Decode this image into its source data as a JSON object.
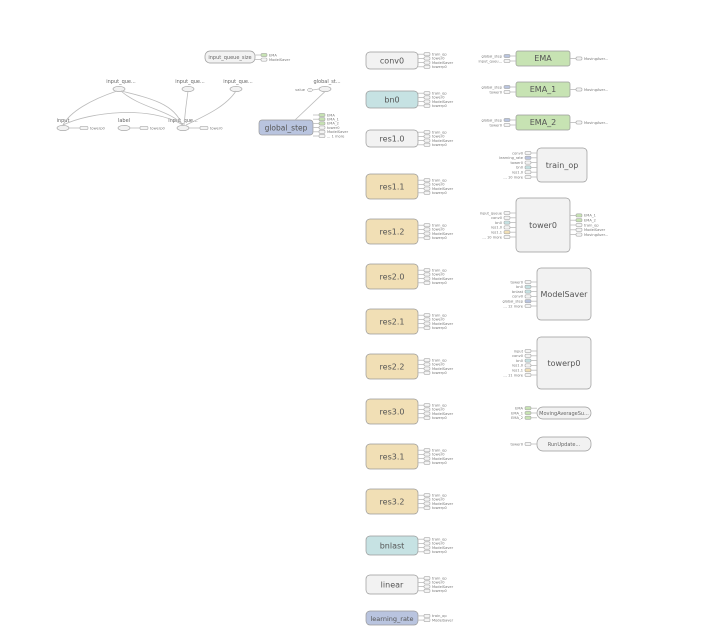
{
  "colors": {
    "gray": "#f2f2f2",
    "tan": "#f1dfb5",
    "teal": "#c6e2e3",
    "green": "#c7e3b3",
    "blue": "#b9c4df",
    "stroke": "#9a9a9a"
  },
  "main_nodes": [
    {
      "label": "conv0",
      "color": "gray"
    },
    {
      "label": "bn0",
      "color": "teal"
    },
    {
      "label": "res1.0",
      "color": "gray"
    },
    {
      "label": "res1.1",
      "color": "tan"
    },
    {
      "label": "res1.2",
      "color": "tan"
    },
    {
      "label": "res2.0",
      "color": "tan"
    },
    {
      "label": "res2.1",
      "color": "tan"
    },
    {
      "label": "res2.2",
      "color": "tan"
    },
    {
      "label": "res3.0",
      "color": "tan"
    },
    {
      "label": "res3.1",
      "color": "tan"
    },
    {
      "label": "res3.2",
      "color": "tan"
    },
    {
      "label": "bnlast",
      "color": "teal"
    },
    {
      "label": "linear",
      "color": "gray"
    },
    {
      "label": "learning_rate",
      "color": "blue"
    }
  ],
  "main_outputs": [
    "train_op",
    "tower0",
    "ModelSaver",
    "towerp0"
  ],
  "learning_rate_outputs": [
    "train_op",
    "ModelSaver"
  ],
  "ema_nodes": [
    {
      "label": "EMA",
      "inputs": [
        "global_step",
        "input_queu..."
      ],
      "output": "MovingAver..."
    },
    {
      "label": "EMA_1",
      "inputs": [
        "global_step",
        "tower0"
      ],
      "output": "MovingAver..."
    },
    {
      "label": "EMA_2",
      "inputs": [
        "global_step",
        "tower0"
      ],
      "output": "MovingAver..."
    }
  ],
  "train_op": {
    "label": "train_op",
    "inputs": [
      "conv0",
      "learning_rate",
      "tower0",
      "bn0",
      "res1.0",
      "... 10 more"
    ]
  },
  "tower0": {
    "label": "tower0",
    "inputs": [
      "input_queue",
      "conv0",
      "bn0",
      "res1.0",
      "res1.1",
      "... 10 more"
    ],
    "outputs": [
      "EMA_1",
      "EMA_2",
      "train_op",
      "ModelSaver",
      "MovingAver..."
    ]
  },
  "modelsaver": {
    "label": "ModelSaver",
    "inputs": [
      "tower0",
      "bn0",
      "bnlast",
      "conv0",
      "global_step",
      "... 12 more"
    ]
  },
  "towerp0": {
    "label": "towerp0",
    "inputs": [
      "input",
      "conv0",
      "bn0",
      "res1.0",
      "res1.1",
      "... 11 more"
    ]
  },
  "moving_avg": {
    "label": "MovingAverageSu...",
    "inputs": [
      "EMA",
      "EMA_1",
      "EMA_2"
    ]
  },
  "run_update": {
    "label": "RunUpdate...",
    "inputs": [
      "tower0"
    ]
  },
  "left": {
    "input_queue_size": {
      "label": "input_queue_size",
      "outputs": [
        "EMA",
        "ModelSaver"
      ]
    },
    "top_ovals": [
      "input_que...",
      "input_que...",
      "input_que..."
    ],
    "global_st": "global_st...",
    "global_st_sub": "value",
    "global_step": {
      "label": "global_step",
      "outputs": [
        "EMA",
        "EMA_1",
        "EMA_2",
        "tower0",
        "ModelSaver",
        "... 1 more"
      ]
    },
    "bottom_ovals": [
      "input",
      "label",
      "input_que..."
    ],
    "bottom_outputs": [
      "towerp0",
      "towerp0",
      "tower0"
    ]
  }
}
